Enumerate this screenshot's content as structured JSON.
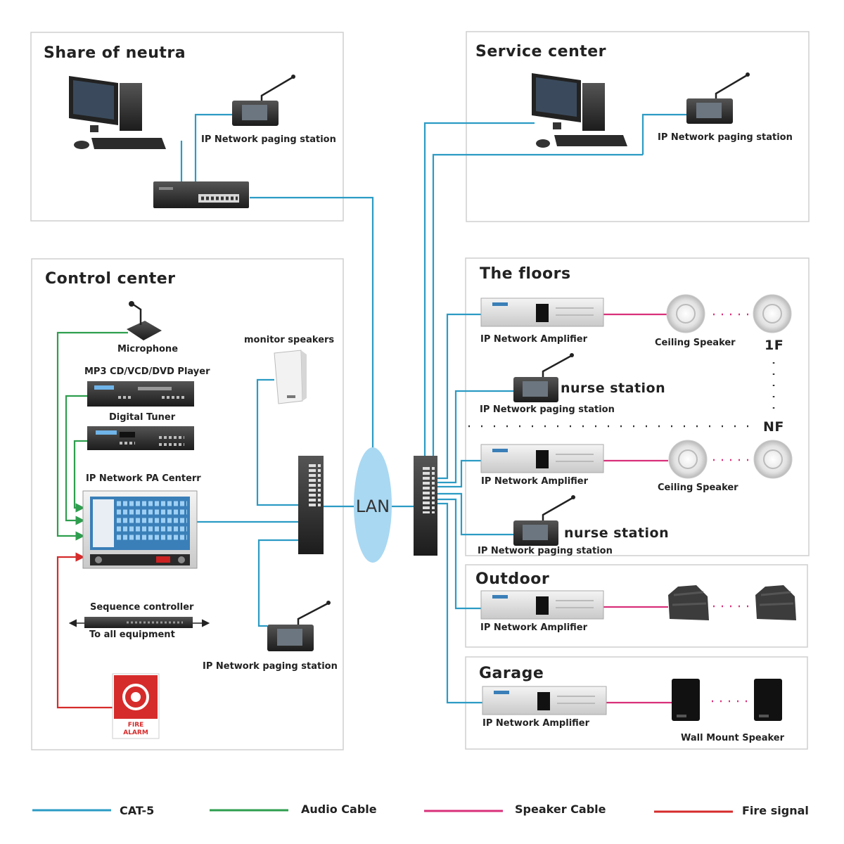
{
  "sections": {
    "share": "Share of neutra",
    "service": "Service center",
    "control": "Control center",
    "floors": "The floors",
    "outdoor": "Outdoor",
    "garage": "Garage"
  },
  "labels": {
    "share_paging": "IP Network paging station",
    "service_paging": "IP Network paging station",
    "microphone": "Microphone",
    "monitor_speakers": "monitor speakers",
    "mp3_player": "MP3 CD/VCD/DVD Player",
    "digital_tuner": "Digital Tuner",
    "pa_center": "IP Network PA Centerr",
    "sequence_controller": "Sequence controller",
    "to_all_equipment": "To all equipment",
    "fire_alarm_line1": "FIRE",
    "fire_alarm_line2": "ALARM",
    "control_paging": "IP Network paging station",
    "lan": "LAN",
    "floor1_amp": "IP Network Amplifier",
    "floor1_speaker": "Ceiling Speaker",
    "floor1_level": "1F",
    "nurse1": "nurse station",
    "nurse1_paging": "IP Network paging station",
    "floorN_level": "NF",
    "floorN_amp": "IP Network Amplifier",
    "floorN_speaker": "Ceiling Speaker",
    "nurse2": "nurse station",
    "nurse2_paging": "IP Network paging station",
    "outdoor_amp": "IP Network Amplifier",
    "garage_amp": "IP Network Amplifier",
    "garage_speaker": "Wall Mount Speaker"
  },
  "legend": {
    "cat5": "CAT-5",
    "audio": "Audio Cable",
    "speaker": "Speaker Cable",
    "fire": "Fire signal"
  },
  "colors": {
    "cat5": "#2b9bc4",
    "audio": "#2e9e4e",
    "speaker": "#d9307a",
    "fire": "#d62b2b",
    "lan_fill": "#a9d8f2"
  },
  "icons": {
    "computer": "desktop-computer-icon",
    "paging": "paging-station-icon",
    "switch": "network-switch-icon",
    "amplifier": "amplifier-icon",
    "ceiling_speaker": "ceiling-speaker-icon",
    "rock_speaker": "rock-speaker-icon",
    "wall_speaker": "wall-speaker-icon",
    "fire_alarm": "fire-alarm-icon"
  }
}
